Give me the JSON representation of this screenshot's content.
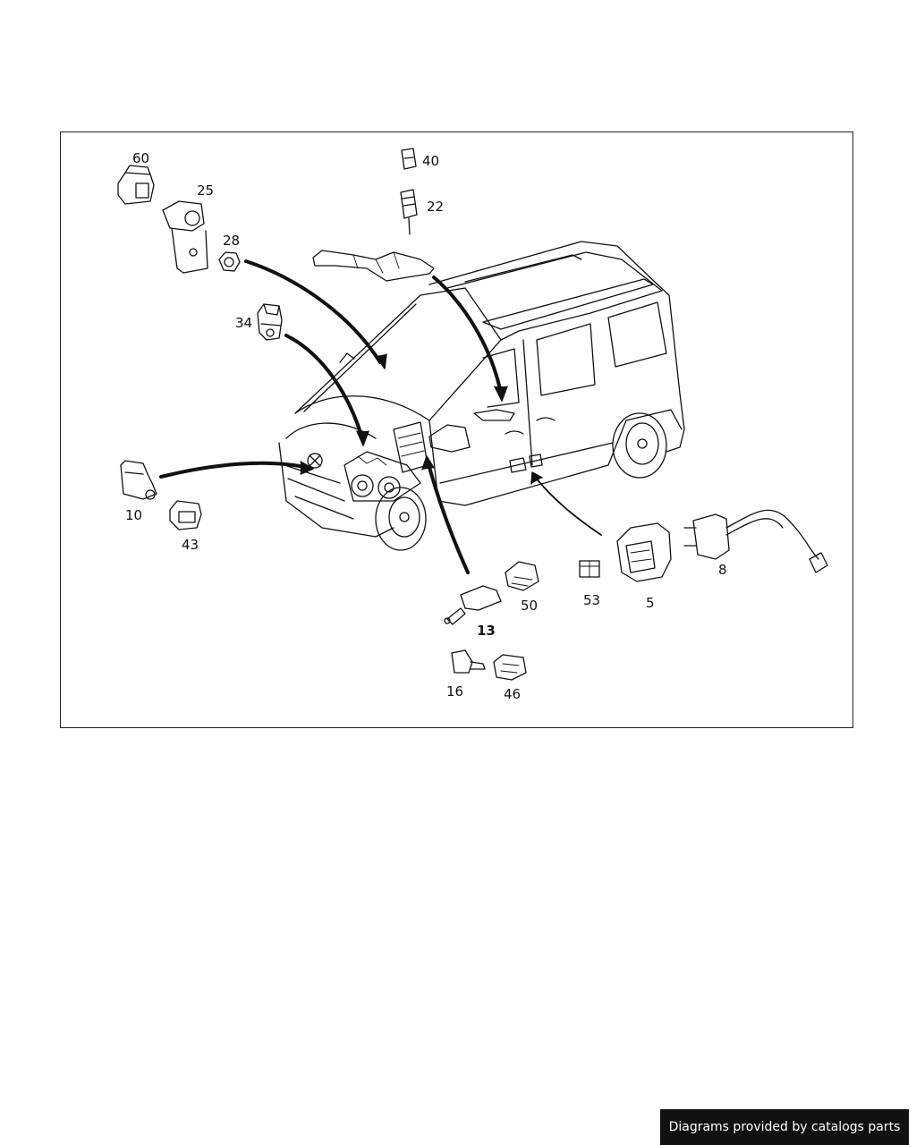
{
  "diagram": {
    "callouts": [
      {
        "id": "60",
        "label": "60"
      },
      {
        "id": "25",
        "label": "25"
      },
      {
        "id": "28",
        "label": "28"
      },
      {
        "id": "34",
        "label": "34"
      },
      {
        "id": "40",
        "label": "40"
      },
      {
        "id": "22",
        "label": "22"
      },
      {
        "id": "10",
        "label": "10"
      },
      {
        "id": "43",
        "label": "43"
      },
      {
        "id": "50",
        "label": "50"
      },
      {
        "id": "13",
        "label": "13"
      },
      {
        "id": "16",
        "label": "16"
      },
      {
        "id": "46",
        "label": "46"
      },
      {
        "id": "53",
        "label": "53"
      },
      {
        "id": "5",
        "label": "5"
      },
      {
        "id": "8",
        "label": "8"
      }
    ]
  },
  "footer": {
    "watermark": "Diagrams provided by catalogs parts"
  },
  "colors": {
    "line": "#111111",
    "background": "#ffffff",
    "watermark_bg": "#111111",
    "watermark_text": "#ffffff"
  }
}
